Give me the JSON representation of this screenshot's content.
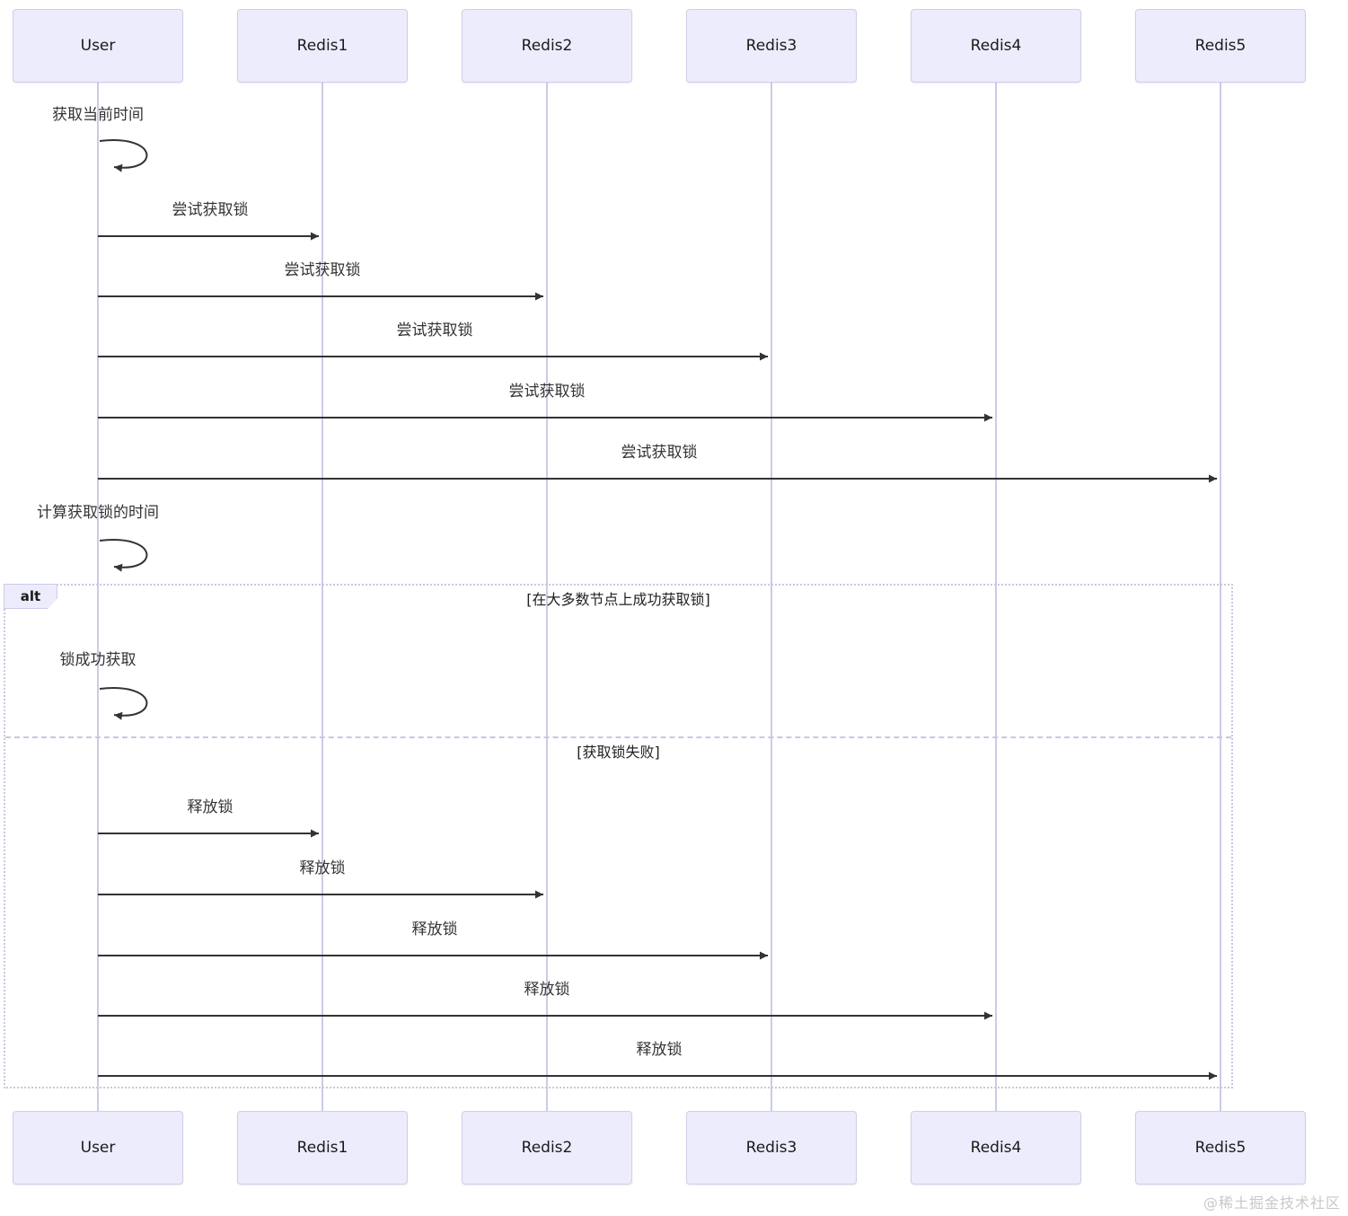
{
  "diagram": {
    "type": "sequence",
    "participants": [
      {
        "name": "User"
      },
      {
        "name": "Redis1"
      },
      {
        "name": "Redis2"
      },
      {
        "name": "Redis3"
      },
      {
        "name": "Redis4"
      },
      {
        "name": "Redis5"
      }
    ],
    "self_messages": [
      {
        "actor": "User",
        "label": "获取当前时间"
      },
      {
        "actor": "User",
        "label": "计算获取锁的时间"
      },
      {
        "actor": "User",
        "label": "锁成功获取"
      }
    ],
    "try_messages": [
      {
        "from": "User",
        "to": "Redis1",
        "label": "尝试获取锁"
      },
      {
        "from": "User",
        "to": "Redis2",
        "label": "尝试获取锁"
      },
      {
        "from": "User",
        "to": "Redis3",
        "label": "尝试获取锁"
      },
      {
        "from": "User",
        "to": "Redis4",
        "label": "尝试获取锁"
      },
      {
        "from": "User",
        "to": "Redis5",
        "label": "尝试获取锁"
      }
    ],
    "release_messages": [
      {
        "from": "User",
        "to": "Redis1",
        "label": "释放锁"
      },
      {
        "from": "User",
        "to": "Redis2",
        "label": "释放锁"
      },
      {
        "from": "User",
        "to": "Redis3",
        "label": "释放锁"
      },
      {
        "from": "User",
        "to": "Redis4",
        "label": "释放锁"
      },
      {
        "from": "User",
        "to": "Redis5",
        "label": "释放锁"
      }
    ],
    "alt_frame": {
      "tag": "alt",
      "cases": [
        {
          "condition": "[在大多数节点上成功获取锁]"
        },
        {
          "condition": "[获取锁失败]"
        }
      ]
    },
    "watermark": "@稀土掘金技术社区",
    "colors": {
      "actor_fill": "#ececfc",
      "actor_border": "#cfcfe8",
      "lifeline": "#cbcbe6",
      "arrow": "#333333",
      "frame_border": "#c8c8e0",
      "message_text": "#333333",
      "watermark_text": "#c8c8c8"
    }
  }
}
